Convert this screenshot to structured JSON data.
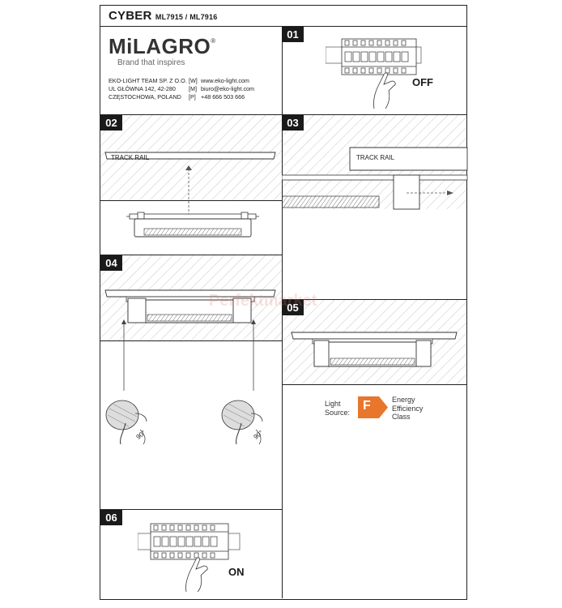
{
  "header": {
    "product": "CYBER",
    "models": "ML7915 / ML7916"
  },
  "brand": {
    "logo": "MiLAGRO",
    "registered": "®",
    "tagline": "Brand that inspires"
  },
  "company": {
    "address_lines": [
      "EKO-LIGHT TEAM SP. Z O.O.",
      "UL GŁÓWNA 142, 42-280",
      "CZĘSTOCHOWA, POLAND"
    ],
    "contact_keys": [
      "[W]",
      "[M]",
      "[P]"
    ],
    "contact_values": [
      "www.eko-light.com",
      "biuro@eko-light.com",
      "+48 666 503 666"
    ]
  },
  "steps": {
    "s01": "01",
    "s02": "02",
    "s03": "03",
    "s04": "04",
    "s05": "05",
    "s06": "06"
  },
  "labels": {
    "off": "OFF",
    "on": "ON",
    "track_rail_2": "TRACK RAIL",
    "track_rail_3": "TRACK RAIL",
    "angle_left": "90°",
    "angle_right": "90°"
  },
  "energy": {
    "light_source": [
      "Light",
      "Source:"
    ],
    "class_letter": "F",
    "class_text": [
      "Energy",
      "Efficiency",
      "Class"
    ],
    "class_color": "#e8762c"
  },
  "watermark": {
    "text": "Perfektmarket"
  }
}
